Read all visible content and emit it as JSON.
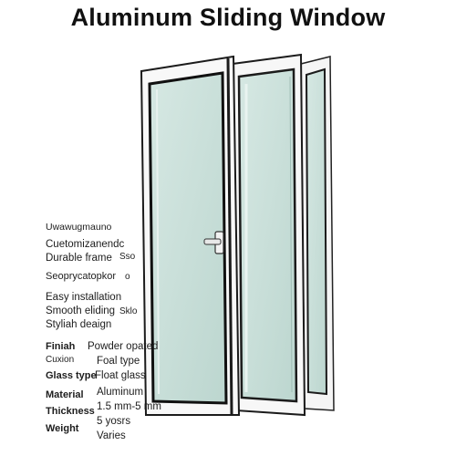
{
  "title": "Aluminum Sliding Window",
  "features_heading": "Uwawugmauno",
  "features": [
    "Cuetomizanendc",
    "Durable frame",
    "Seoprycatopkor",
    "Easy installation",
    "Smooth eliding",
    "Styliah deaign"
  ],
  "feature_marks": {
    "frame_mark": "Sso",
    "seo_mark": "o",
    "smooth_mark": "Sklo"
  },
  "specs": [
    {
      "label": "Finiah",
      "value": "Powder opated",
      "sublabel": "Cuxion",
      "subvalue": "Foal type"
    },
    {
      "label": "Glass type",
      "value": "Float glass"
    },
    {
      "label": "Material",
      "value": "Aluminum"
    },
    {
      "label": "Thickness",
      "value": "1.5 mm-5 mm"
    },
    {
      "label": "Weight",
      "value": "5 yosrs",
      "subvalue": "Varies"
    }
  ],
  "colors": {
    "frame": "#f7f7f7",
    "frame_outline": "#1b1b1b",
    "glass": "#cfe3dd",
    "glass_edge": "#a9c7c0"
  }
}
